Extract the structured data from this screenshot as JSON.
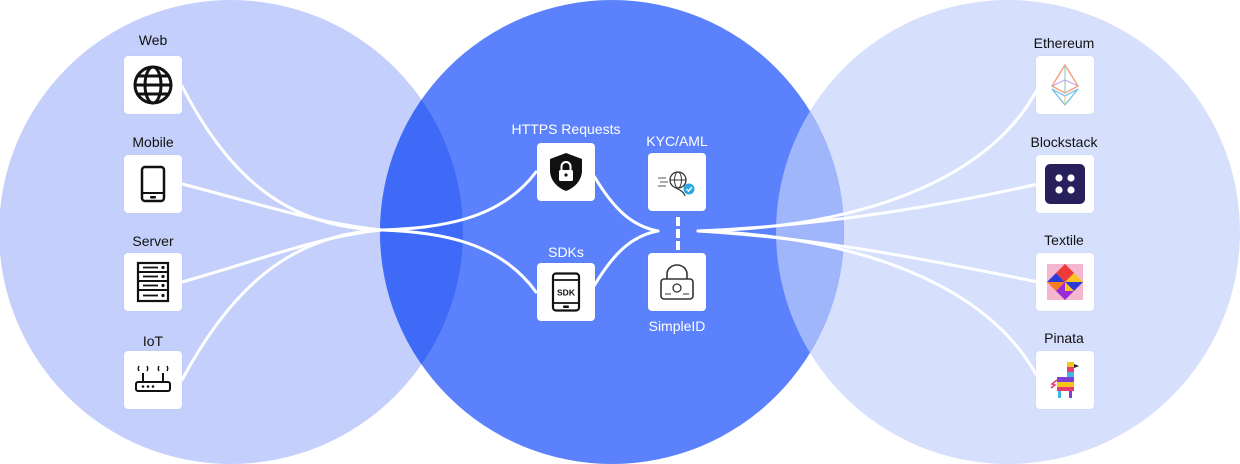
{
  "colors": {
    "left_circle": "#c4d0fb",
    "center_circle": "#5b82fc",
    "right_circle": "#d6e0fd",
    "overlap_left": "#3f6af7",
    "overlap_right": "#9fb6fb",
    "curves": "#ffffff"
  },
  "left": {
    "items": [
      {
        "label": "Web",
        "icon": "globe-icon"
      },
      {
        "label": "Mobile",
        "icon": "smartphone-icon"
      },
      {
        "label": "Server",
        "icon": "server-rack-icon"
      },
      {
        "label": "IoT",
        "icon": "router-icon"
      }
    ]
  },
  "center": {
    "https": {
      "label": "HTTPS Requests",
      "icon": "shield-lock-icon"
    },
    "sdks": {
      "label": "SDKs",
      "icon": "sdk-tablet-icon"
    },
    "kyc": {
      "label": "KYC/AML",
      "icon": "identity-verification-icon"
    },
    "simpleid": {
      "label": "SimpleID",
      "icon": "padlock-icon"
    }
  },
  "right": {
    "items": [
      {
        "label": "Ethereum",
        "icon": "ethereum-icon"
      },
      {
        "label": "Blockstack",
        "icon": "blockstack-icon"
      },
      {
        "label": "Textile",
        "icon": "textile-icon"
      },
      {
        "label": "Pinata",
        "icon": "pinata-icon"
      }
    ]
  }
}
